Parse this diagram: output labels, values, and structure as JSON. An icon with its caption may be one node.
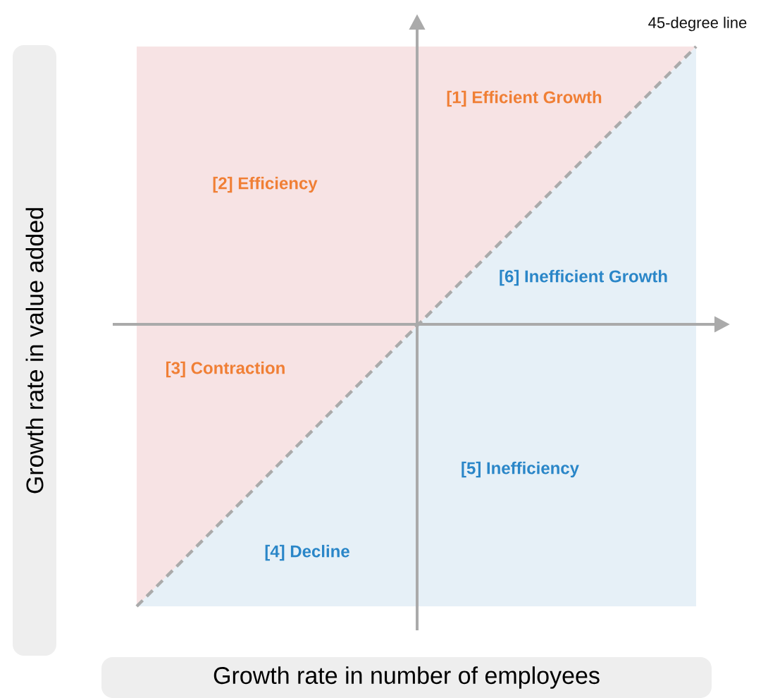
{
  "diagram": {
    "nodes": [
      {
        "text": [
          "Growth rate in value added"
        ]
      },
      {
        "text": [
          "Growth rate in number of employees"
        ]
      }
    ],
    "labels": [
      "45-degree line",
      "[1] Efficient Growth",
      "[2] Efficiency",
      "[6] Inefficient Growth",
      "[3] Contraction",
      "[5] Inefficiency",
      "[4] Decline"
    ]
  }
}
